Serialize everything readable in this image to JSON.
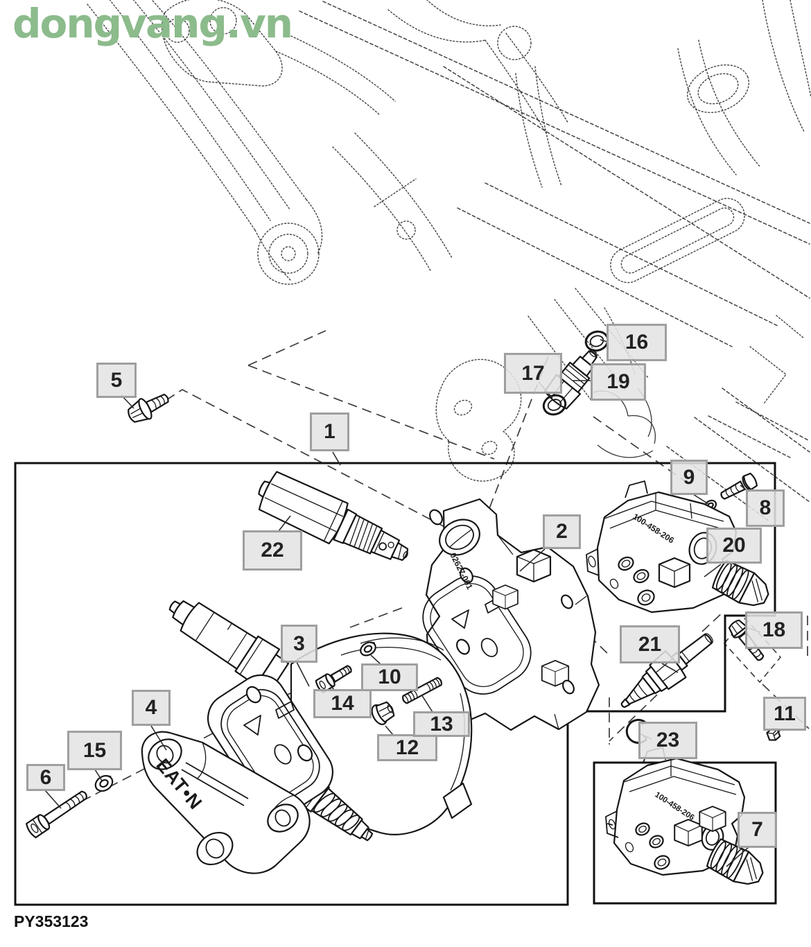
{
  "watermark": "dongvang.vn",
  "figure_code": "PY353123",
  "callouts": [
    {
      "label": "1"
    },
    {
      "label": "2"
    },
    {
      "label": "3"
    },
    {
      "label": "4"
    },
    {
      "label": "5"
    },
    {
      "label": "6"
    },
    {
      "label": "7"
    },
    {
      "label": "8"
    },
    {
      "label": "9"
    },
    {
      "label": "10"
    },
    {
      "label": "11"
    },
    {
      "label": "12"
    },
    {
      "label": "13"
    },
    {
      "label": "14"
    },
    {
      "label": "15"
    },
    {
      "label": "16"
    },
    {
      "label": "17"
    },
    {
      "label": "18"
    },
    {
      "label": "19"
    },
    {
      "label": "20"
    },
    {
      "label": "21"
    },
    {
      "label": "22"
    },
    {
      "label": "23"
    }
  ],
  "stamps": {
    "manifold": "02627-001",
    "section_20": "100-458-206",
    "section_7": "100-458-206",
    "end_cap_brand": "EAT•N"
  },
  "colors": {
    "watermark_green": "#8CBB8C",
    "callout_bg": "#E4E4E4",
    "callout_border": "#9F9F9F",
    "line": "#1A1A1A"
  }
}
